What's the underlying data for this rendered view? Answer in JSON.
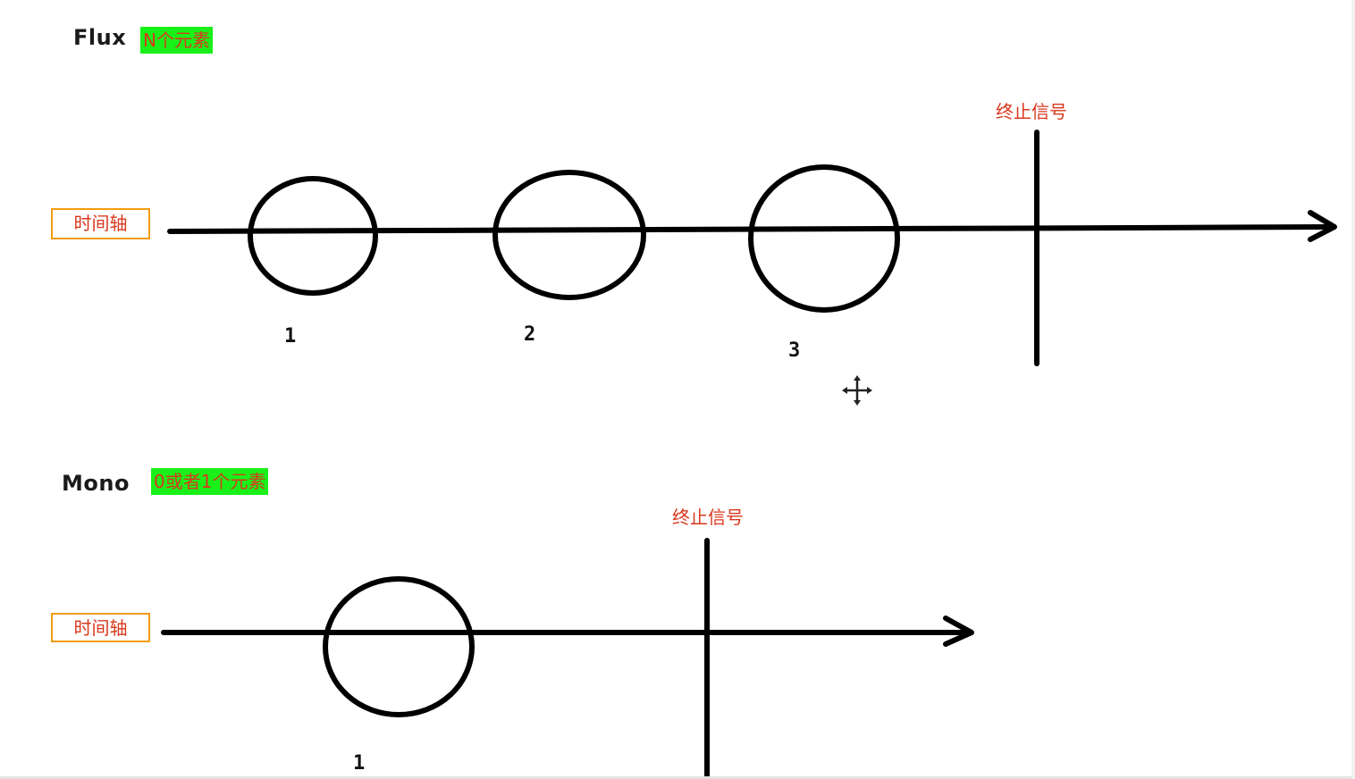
{
  "flux": {
    "title": "Flux",
    "tag": "N个元素",
    "axis_label": "时间轴",
    "terminate_label": "终止信号",
    "elements": [
      "1",
      "2",
      "3"
    ]
  },
  "mono": {
    "title": "Mono",
    "tag": "0或者1个元素",
    "axis_label": "时间轴",
    "terminate_label": "终止信号",
    "elements": [
      "1"
    ]
  },
  "colors": {
    "tag_bg": "#19f019",
    "tag_text": "#d9381e",
    "axis_box_border": "#f39c12",
    "stroke": "#000000"
  },
  "icons": {
    "cursor": "move-cursor-icon"
  }
}
